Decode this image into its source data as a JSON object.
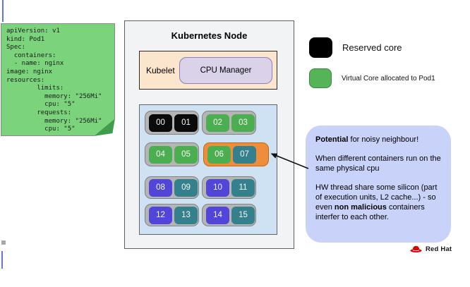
{
  "pod_spec_note": {
    "text": "apiVersion: v1\nkind: Pod1\nSpec:\n  containers:\n  - name: nginx\nimage: nginx\nresources:\n        limits:\n          memory: \"256Mi\"\n          cpu: \"5\"\n        requests:\n          memory: \"256Mi\"\n          cpu: \"5\""
  },
  "node": {
    "title": "Kubernetes Node",
    "kubelet_label": "Kubelet",
    "cpu_manager_label": "CPU Manager"
  },
  "cpu_grid": {
    "core_colors": {
      "reserved": "#0b0b0b",
      "pod1": "#4bae50",
      "blue": "#5246d8",
      "teal": "#35808d"
    },
    "highlight_color": "#ef8d3d",
    "rows": [
      {
        "pairs": [
          {
            "highlight": false,
            "cores": [
              {
                "id": "00",
                "type": "reserved"
              },
              {
                "id": "01",
                "type": "reserved"
              }
            ]
          },
          {
            "highlight": false,
            "cores": [
              {
                "id": "02",
                "type": "pod1"
              },
              {
                "id": "03",
                "type": "pod1"
              }
            ]
          }
        ]
      },
      {
        "pairs": [
          {
            "highlight": false,
            "cores": [
              {
                "id": "04",
                "type": "pod1"
              },
              {
                "id": "05",
                "type": "pod1"
              }
            ]
          },
          {
            "highlight": true,
            "cores": [
              {
                "id": "06",
                "type": "pod1"
              },
              {
                "id": "07",
                "type": "teal"
              }
            ]
          }
        ]
      },
      {
        "pairs": [
          {
            "highlight": false,
            "cores": [
              {
                "id": "08",
                "type": "blue"
              },
              {
                "id": "09",
                "type": "teal"
              }
            ]
          },
          {
            "highlight": false,
            "cores": [
              {
                "id": "10",
                "type": "blue"
              },
              {
                "id": "11",
                "type": "teal"
              }
            ]
          }
        ]
      },
      {
        "pairs": [
          {
            "highlight": false,
            "cores": [
              {
                "id": "12",
                "type": "blue"
              },
              {
                "id": "13",
                "type": "teal"
              }
            ]
          },
          {
            "highlight": false,
            "cores": [
              {
                "id": "14",
                "type": "blue"
              },
              {
                "id": "15",
                "type": "teal"
              }
            ]
          }
        ]
      }
    ]
  },
  "legend": {
    "items": [
      {
        "swatch_color": "#000000",
        "label": "Reserved core"
      },
      {
        "swatch_color": "#55b457",
        "label": "Virtual Core allocated to Pod1"
      }
    ]
  },
  "callout": {
    "paragraphs": [
      [
        {
          "text": "Potential",
          "bold": true
        },
        {
          "text": " for noisy neighbour!",
          "bold": false
        }
      ],
      [
        {
          "text": "When different containers run on the same physical cpu",
          "bold": false
        }
      ],
      [
        {
          "text": "HW thread share some silicon (part of execution units, L2 cache...) - so even ",
          "bold": false
        },
        {
          "text": "non malicious",
          "bold": true
        },
        {
          "text": " containers interfer to each other.",
          "bold": false
        }
      ]
    ]
  },
  "logo": {
    "text": "Red Hat"
  }
}
